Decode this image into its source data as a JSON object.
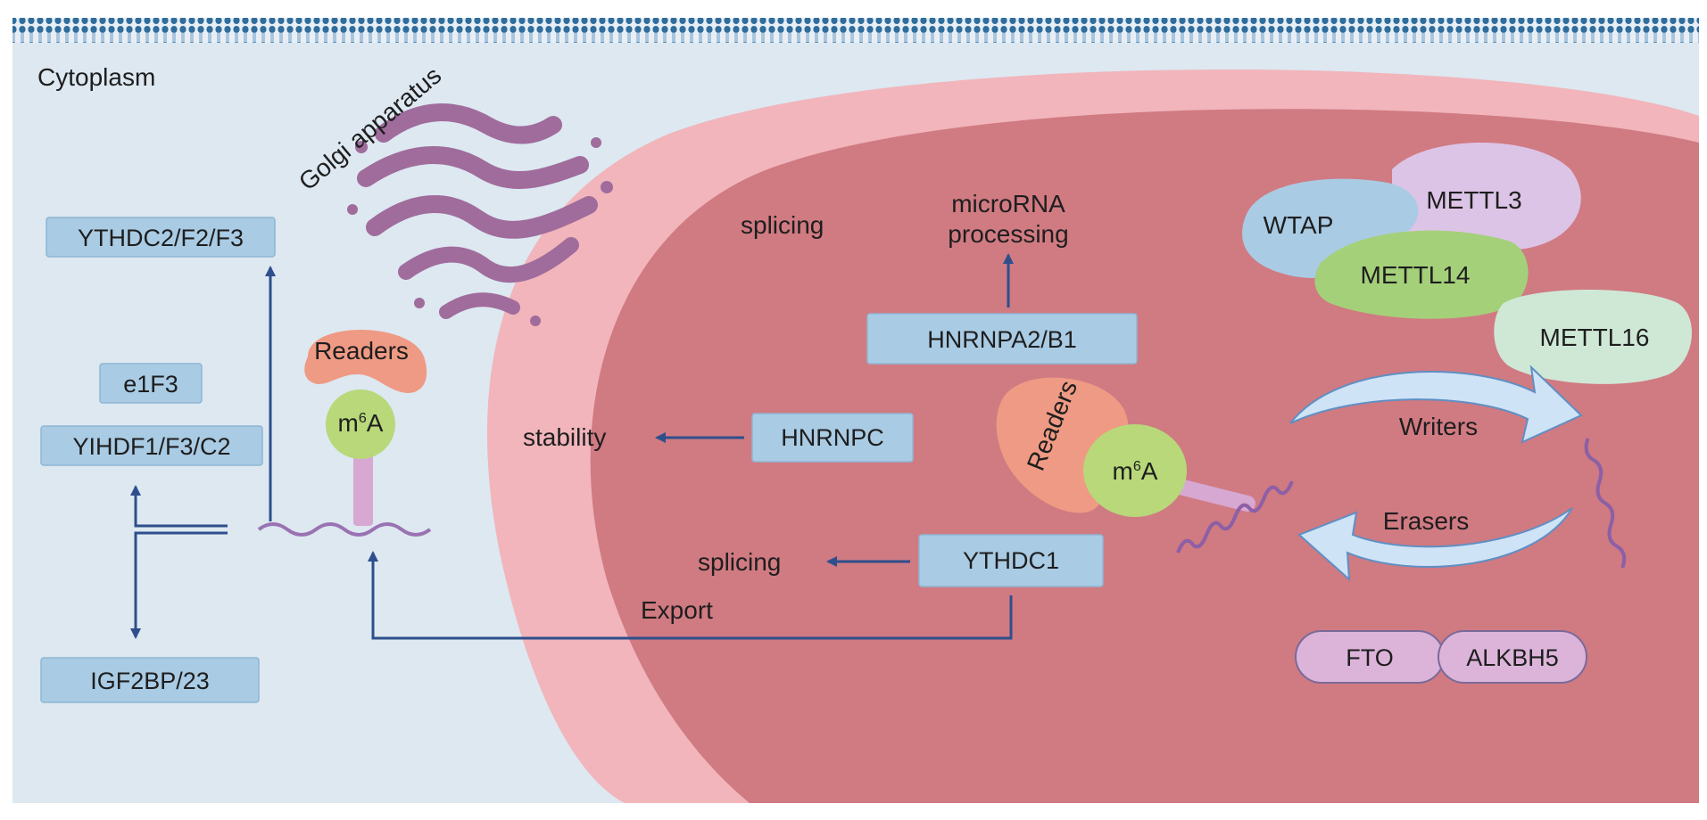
{
  "diagram": {
    "regions": {
      "cytoplasm": "Cytoplasm",
      "golgi": "Golgi apparatus"
    },
    "cytoplasm_boxes": {
      "ythdc2": "YTHDC2/F2/F3",
      "e1f3": "e1F3",
      "yihdf1": "YIHDF1/F3/C2",
      "igf2bp": "IGF2BP/23"
    },
    "readers_cyto": {
      "readers": "Readers",
      "m6a_base": "m",
      "m6a_sup": "6",
      "m6a_end": "A"
    },
    "nucleus": {
      "splicing_top": "splicing",
      "microrna_line1": "microRNA",
      "microrna_line2": "processing",
      "hnrnpa2b1": "HNRNPA2/B1",
      "hnrnpc": "HNRNPC",
      "stability": "stability",
      "ythdc1": "YTHDC1",
      "splicing_bottom": "splicing",
      "export": "Export",
      "readers": "Readers",
      "m6a_base": "m",
      "m6a_sup": "6",
      "m6a_end": "A",
      "writers": "Writers",
      "erasers": "Erasers"
    },
    "writers_complex": {
      "wtap": "WTAP",
      "mettl3": "METTL3",
      "mettl14": "METTL14",
      "mettl16": "METTL16"
    },
    "erasers_proteins": {
      "fto": "FTO",
      "alkbh5": "ALKBH5"
    },
    "colors": {
      "background": "#dde8f1",
      "membrane": "#2f6d9c",
      "nucleus_outer": "#f1b5bb",
      "nucleus_inner": "#d07a82",
      "box": "#a9cbe4",
      "arrow": "#2e4f8c",
      "golgi": "#a06c9c",
      "reader_cap": "#ef9a84",
      "m6a_ball": "#b8d87a",
      "wtap": "#a9cbe4",
      "mettl3": "#dcc4e6",
      "mettl14": "#a5d07a",
      "mettl16": "#cfe8d6",
      "eraser_pill": "#dcb4d9",
      "big_arrow": "#cfe3f6"
    },
    "icons": [
      "membrane-icon",
      "golgi-icon",
      "reader-protein-icon",
      "mrna-strand-icon",
      "cycle-arrow-icon"
    ]
  }
}
